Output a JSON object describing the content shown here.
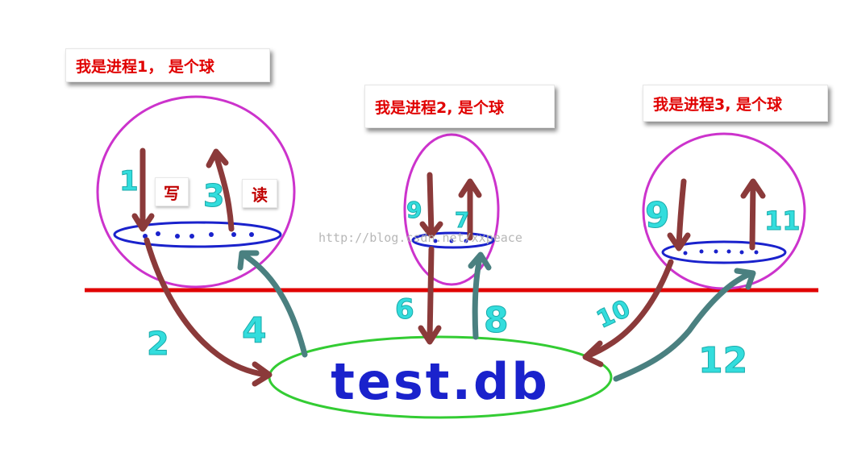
{
  "processes": [
    {
      "label": "我是进程1， 是个球"
    },
    {
      "label": "我是进程2, 是个球"
    },
    {
      "label": "我是进程3, 是个球"
    }
  ],
  "ops": {
    "write": "写",
    "read": "读"
  },
  "steps": [
    "1",
    "2",
    "3",
    "4",
    "6",
    "7",
    "8",
    "9",
    "9",
    "10",
    "11",
    "12"
  ],
  "database": "test.db",
  "watermark": "http://blog.csdn.net/xxpeace",
  "colors": {
    "process_circle": "#cc33cc",
    "buffer_ellipse": "#1a22cc",
    "db_ellipse": "#33cc33",
    "divider": "#e00000",
    "write_arrow": "#8b3a3a",
    "read_arrow": "#4a8080",
    "step_numbers": "#33dddd",
    "db_text": "#1a22cc",
    "label_text": "#e00000"
  }
}
